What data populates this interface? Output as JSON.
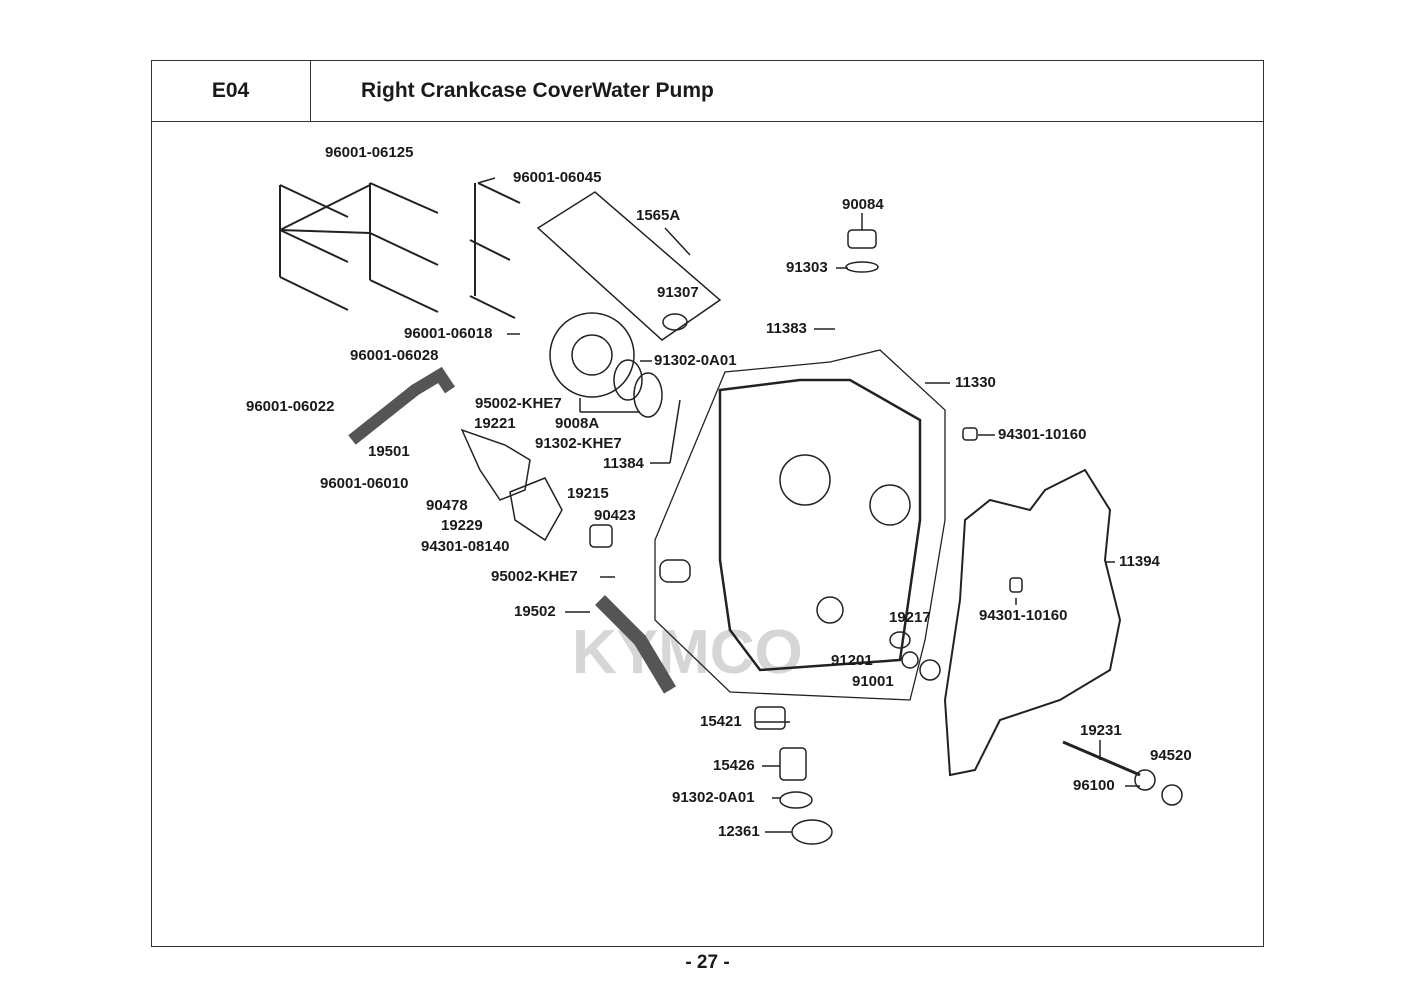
{
  "header": {
    "section_code": "E04",
    "title": "Right Crankcase CoverWater Pump"
  },
  "watermark": "KYMCO",
  "page_number": "- 27 -",
  "parts": [
    {
      "id": "96001-06125"
    },
    {
      "id": "96001-06045"
    },
    {
      "id": "1565A"
    },
    {
      "id": "90084"
    },
    {
      "id": "91303"
    },
    {
      "id": "91307"
    },
    {
      "id": "11383"
    },
    {
      "id": "96001-06018"
    },
    {
      "id": "96001-06028"
    },
    {
      "id": "91302-0A01"
    },
    {
      "id": "11330"
    },
    {
      "id": "96001-06022"
    },
    {
      "id": "95002-KHE7"
    },
    {
      "id": "9008A"
    },
    {
      "id": "19221"
    },
    {
      "id": "91302-KHE7"
    },
    {
      "id": "94301-10160"
    },
    {
      "id": "19501"
    },
    {
      "id": "11384"
    },
    {
      "id": "96001-06010"
    },
    {
      "id": "90478"
    },
    {
      "id": "19215"
    },
    {
      "id": "90423"
    },
    {
      "id": "19229"
    },
    {
      "id": "94301-08140"
    },
    {
      "id": "11394"
    },
    {
      "id": "95002-KHE7"
    },
    {
      "id": "19502"
    },
    {
      "id": "94301-10160"
    },
    {
      "id": "19217"
    },
    {
      "id": "91201"
    },
    {
      "id": "91001"
    },
    {
      "id": "15421"
    },
    {
      "id": "19231"
    },
    {
      "id": "94520"
    },
    {
      "id": "15426"
    },
    {
      "id": "96100"
    },
    {
      "id": "91302-0A01"
    },
    {
      "id": "12361"
    }
  ]
}
